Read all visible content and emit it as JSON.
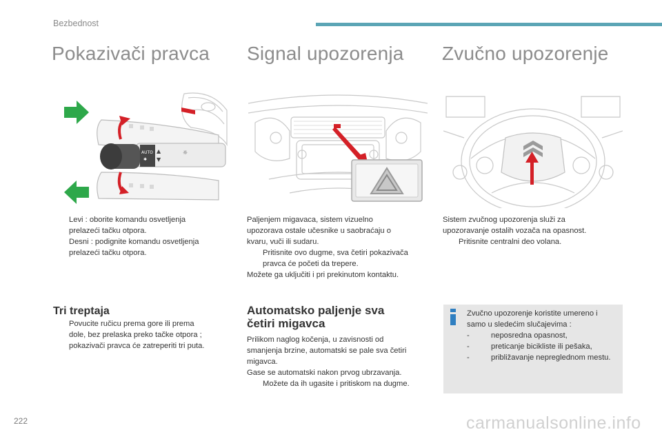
{
  "header": {
    "section": "Bezbednost",
    "accent_color": "#5ba5b5"
  },
  "columns": [
    {
      "title": "Pokazivači pravca",
      "illustration_icon": "turn-signal-stalk-icon",
      "items": [
        {
          "bullet": "",
          "lines": [
            "Levi : oborite komandu osvetljenja",
            "prelazeći tačku otpora."
          ]
        },
        {
          "bullet": "",
          "lines": [
            "Desni : podignite komandu osvetljenja",
            "prelazeći tačku otpora."
          ]
        }
      ],
      "subsection": {
        "title": "Tri treptaja",
        "items": [
          {
            "bullet": "",
            "lines": [
              "Povucite ručicu prema gore ili prema",
              "dole, bez prelaska preko tačke otpora ;",
              "pokazivači pravca će zatreperiti tri puta."
            ]
          }
        ]
      }
    },
    {
      "title": "Signal upozorenja",
      "illustration_icon": "hazard-warning-icon",
      "intro_lines": [
        "Paljenjem migavaca, sistem vizuelno",
        "upozorava ostale učesnike u saobraćaju o",
        "kvaru, vuči ili sudaru."
      ],
      "bullet_item": {
        "bullet": "",
        "lines": [
          "Pritisnite ovo dugme, sva četiri pokazivača",
          "pravca će početi da trepere."
        ]
      },
      "note": "Možete ga uključiti i pri prekinutom kontaktu.",
      "subsection": {
        "title_lines": [
          "Automatsko paljenje sva",
          "četiri migavca"
        ],
        "intro_lines": [
          "Prilikom naglog kočenja, u zavisnosti od",
          "smanjenja brzine, automatski se pale sva četiri",
          "migavca."
        ],
        "note": "Gase se automatski nakon prvog ubrzavanja.",
        "bullet_item": {
          "bullet": "",
          "lines": [
            "Možete da ih ugasite i pritiskom na dugme."
          ]
        }
      }
    },
    {
      "title": "Zvučno upozorenje",
      "illustration_icon": "steering-wheel-horn-icon",
      "intro_lines": [
        "Sistem zvučnog upozorenja služi za",
        "upozoravanje ostalih vozača na opasnost."
      ],
      "bullet_item": {
        "bullet": "",
        "lines": [
          "Pritisnite centralni deo volana."
        ]
      },
      "info_box": {
        "icon": "info-icon",
        "color": "#2f7fc1",
        "lines": [
          "Zvučno upozorenje koristite umereno i",
          "samo u sledećim slučajevima :"
        ],
        "items": [
          {
            "dash": "-",
            "text": "neposredna opasnost,"
          },
          {
            "dash": "-",
            "text": "preticanje bicikliste ili pešaka,"
          },
          {
            "dash": "-",
            "text": "približavanje nepreglednom mestu."
          }
        ]
      }
    }
  ],
  "footer": {
    "page_number": "222",
    "watermark": "carmanualsonline.info"
  }
}
